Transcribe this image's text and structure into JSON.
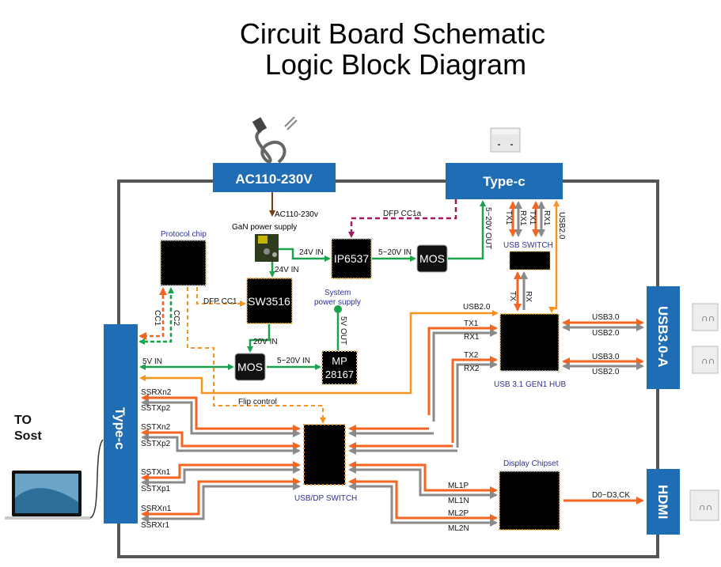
{
  "title": {
    "line1": "Circuit Board Schematic",
    "line2": "Logic Block Diagram"
  },
  "colors": {
    "blue": "#1f6db5",
    "orange": "#f26522",
    "amber": "#f7941d",
    "green": "#1aa34a",
    "gray": "#8a8a8a",
    "magenta": "#a3195b",
    "board": "#555555",
    "navy": "#2e3192"
  },
  "blocks": {
    "ac": "AC110-230V",
    "typec_top": "Type-c",
    "typec_left": "Type-c",
    "usb3a": "USB3.0-A",
    "hdmi": "HDMI"
  },
  "chips": {
    "protocol": {
      "caption": "Protocol chip"
    },
    "sw3516": {
      "label": "SW3516"
    },
    "ip6537": {
      "label": "IP6537"
    },
    "mos_top": {
      "label": "MOS"
    },
    "mos_left": {
      "label": "MOS"
    },
    "mp": {
      "label1": "MP",
      "label2": "28167"
    },
    "usb_switch": {
      "caption": "USB SWITCH"
    },
    "hub": {
      "caption": "USB 3.1 GEN1 HUB"
    },
    "usbdp": {
      "caption": "USB/DP SWITCH"
    },
    "display": {
      "caption": "Display Chipset"
    }
  },
  "labels": {
    "ac_in": "AC110-230v",
    "gan": "GaN power supply",
    "v24_in_a": "24V IN",
    "v24_in_b": "24V IN",
    "dfp_cc1a": "DFP CC1a",
    "v5_20_in_top": "5~20V IN",
    "v5_20_out": "5~20V OUT",
    "tx1_a": "TX1",
    "rx1_a": "RX1",
    "tx1_b": "TX1",
    "rx1_b": "RX1",
    "usb20_v": "USB2.0",
    "tx": "TX",
    "rx": "RX",
    "dfp_cc1": "DFP CC1",
    "cc1": "CC1",
    "cc2": "CC2",
    "sys_power1": "System",
    "sys_power2": "power supply",
    "v5_out": "5V OUT",
    "v20_in": "20V IN",
    "v5_in": "5V IN",
    "v5_20_in_mid": "5~20V IN",
    "usb20_hub": "USB2.0",
    "hub_tx1": "TX1",
    "hub_rx1": "RX1",
    "hub_tx2": "TX2",
    "hub_rx2": "RX2",
    "usb30_1": "USB3.0",
    "usb20_1": "USB2.0",
    "usb30_2": "USB3.0",
    "usb20_2": "USB2.0",
    "flip": "Flip control",
    "ssrxn2": "SSRXn2",
    "sstxp2a": "SSTXp2",
    "sstxn2": "SSTXn2",
    "sstxp2b": "SSTXp2",
    "sstxn1": "SSTXn1",
    "sstxp1": "SSTXp1",
    "ssrxn1": "SSRXn1",
    "ssrxr1": "SSRXr1",
    "ml1p": "ML1P",
    "ml1n": "ML1N",
    "ml2p": "ML2P",
    "ml2n": "ML2N",
    "d0d3": "D0~D3,CK",
    "to_host1": "TO",
    "to_host2": "Sost"
  }
}
